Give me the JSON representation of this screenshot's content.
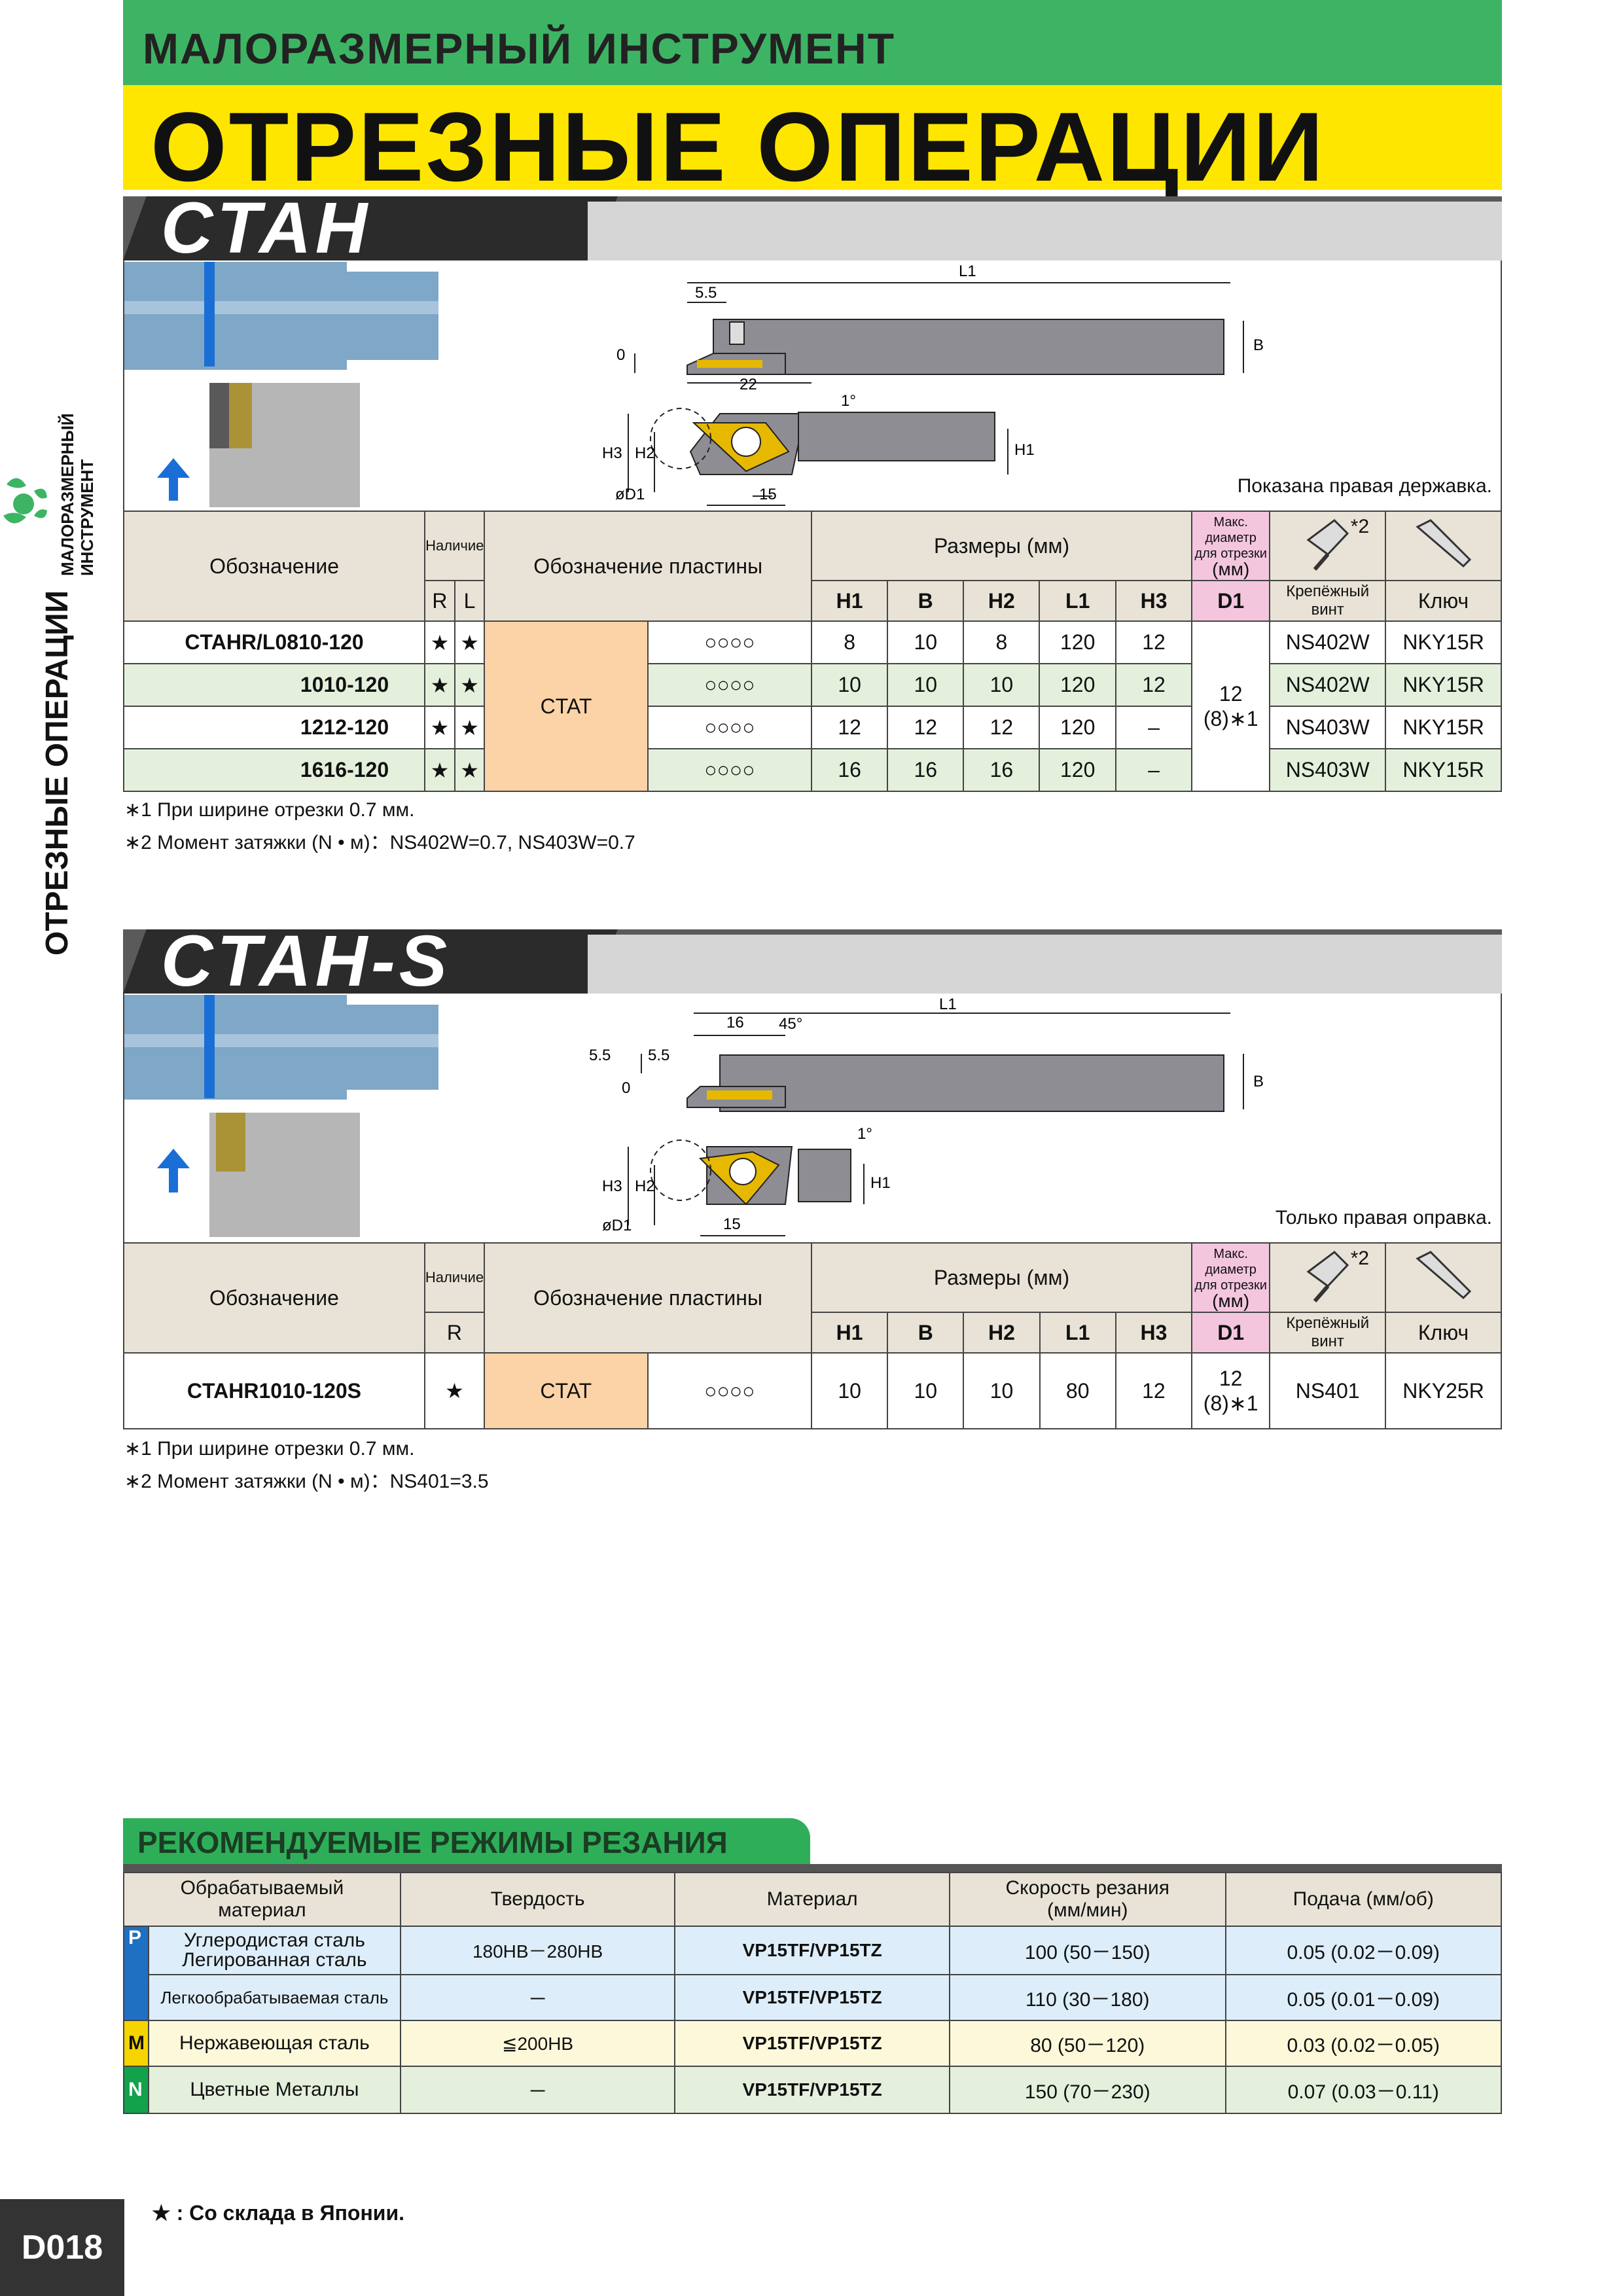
{
  "header": {
    "category": "МАЛОРАЗМЕРНЫЙ ИНСТРУМЕНТ",
    "title": "ОТРЕЗНЫЕ ОПЕРАЦИИ"
  },
  "side": {
    "small_label_1": "МАЛОРАЗМЕРНЫЙ",
    "small_label_2": "ИНСТРУМЕНТ",
    "vertical_label": "ОТРЕЗНЫЕ ОПЕРАЦИИ"
  },
  "section1": {
    "title": "CTAH",
    "dims": {
      "L1": "L1",
      "B": "B",
      "d55": "5.5",
      "d0": "0",
      "d22": "22",
      "deg": "1°",
      "H3": "H3",
      "H2": "H2",
      "H1": "H1",
      "D1": "øD1",
      "d15": "15"
    },
    "caption": "Показана правая державка.",
    "headers": {
      "designation": "Обозначение",
      "availability": "Наличие",
      "R": "R",
      "L": "L",
      "insert": "Обозначение пластины",
      "dims_mm": "Размеры (мм)",
      "H1": "H1",
      "B": "B",
      "H2": "H2",
      "L1": "L1",
      "H3": "H3",
      "max_dia_1": "Макс.",
      "max_dia_2": "диаметр",
      "max_dia_3": "для отрезки",
      "max_dia_4": "(мм)",
      "D1": "D1",
      "screw_note": "*2",
      "screw": "Крепёжный винт",
      "key": "Ключ"
    },
    "rows": [
      {
        "designation": "CTAHR/L0810-120",
        "R": "★",
        "L": "★",
        "H1": "8",
        "B": "10",
        "H2": "8",
        "L1": "120",
        "H3": "12",
        "screw": "NS402W",
        "key": "NKY15R"
      },
      {
        "designation": "1010-120",
        "R": "★",
        "L": "★",
        "H1": "10",
        "B": "10",
        "H2": "10",
        "L1": "120",
        "H3": "12",
        "screw": "NS402W",
        "key": "NKY15R"
      },
      {
        "designation": "1212-120",
        "R": "★",
        "L": "★",
        "H1": "12",
        "B": "12",
        "H2": "12",
        "L1": "120",
        "H3": "–",
        "screw": "NS403W",
        "key": "NKY15R"
      },
      {
        "designation": "1616-120",
        "R": "★",
        "L": "★",
        "H1": "16",
        "B": "16",
        "H2": "16",
        "L1": "120",
        "H3": "–",
        "screw": "NS403W",
        "key": "NKY15R"
      }
    ],
    "insert_name": "CTAT",
    "insert_marks": "○○○○",
    "d1_value": "12",
    "d1_sub": "(8)∗1",
    "notes": [
      "∗1 При ширине отрезки 0.7 мм.",
      "∗2 Момент затяжки (N • м)：NS402W=0.7, NS403W=0.7"
    ]
  },
  "section2": {
    "title": "CTAH-S",
    "dims": {
      "L1": "L1",
      "d16": "16",
      "deg45": "45°",
      "d55a": "5.5",
      "d55b": "5.5",
      "d0": "0",
      "B": "B",
      "deg": "1°",
      "H3": "H3",
      "H2": "H2",
      "H1": "H1",
      "D1": "øD1",
      "d15": "15"
    },
    "caption": "Только правая оправка.",
    "headers": {
      "designation": "Обозначение",
      "availability": "Наличие",
      "R": "R",
      "insert": "Обозначение пластины",
      "dims_mm": "Размеры (мм)",
      "H1": "H1",
      "B": "B",
      "H2": "H2",
      "L1": "L1",
      "H3": "H3",
      "max_dia_1": "Макс.",
      "max_dia_2": "диаметр",
      "max_dia_3": "для отрезки",
      "max_dia_4": "(мм)",
      "D1": "D1",
      "screw_note": "*2",
      "screw": "Крепёжный винт",
      "key": "Ключ"
    },
    "row": {
      "designation": "CTAHR1010-120S",
      "R": "★",
      "insert": "CTAT",
      "marks": "○○○○",
      "H1": "10",
      "B": "10",
      "H2": "10",
      "L1": "80",
      "H3": "12",
      "d1_value": "12",
      "d1_sub": "(8)∗1",
      "screw": "NS401",
      "key": "NKY25R"
    },
    "notes": [
      "∗1 При ширине отрезки 0.7 мм.",
      "∗2 Момент затяжки (N • м)：NS401=3.5"
    ]
  },
  "recommend": {
    "title": "РЕКОМЕНДУЕМЫЕ РЕЖИМЫ РЕЗАНИЯ",
    "headers": {
      "material_1": "Обрабатываемый",
      "material_2": "материал",
      "hardness": "Твердость",
      "grade": "Материал",
      "speed_1": "Скорость резания",
      "speed_2": "(мм/мин)",
      "feed": "Подача (мм/об)"
    },
    "rows": [
      {
        "mark": "P",
        "material_1": "Углеродистая сталь",
        "material_2": "Легированная сталь",
        "hardness": "180HB－280HB",
        "grade": "VP15TF/VP15TZ",
        "speed": "100 (50－150)",
        "feed": "0.05 (0.02－0.09)"
      },
      {
        "mark": "",
        "material_1": "Легкообрабатываемая сталь",
        "material_2": "",
        "hardness": "－",
        "grade": "VP15TF/VP15TZ",
        "speed": "110 (30－180)",
        "feed": "0.05 (0.01－0.09)"
      },
      {
        "mark": "M",
        "material_1": "Нержавеющая сталь",
        "material_2": "",
        "hardness": "≦200HB",
        "grade": "VP15TF/VP15TZ",
        "speed": "80 (50－120)",
        "feed": "0.03 (0.02－0.05)"
      },
      {
        "mark": "N",
        "material_1": "Цветные Металлы",
        "material_2": "",
        "hardness": "－",
        "grade": "VP15TF/VP15TZ",
        "speed": "150 (70－230)",
        "feed": "0.07 (0.03－0.11)"
      }
    ],
    "colors": {
      "P": "#1f6fc2",
      "M": "#f6d400",
      "N": "#12a24b"
    }
  },
  "footer": {
    "page": "D018",
    "stock_note": "★ : Со склада в Японии."
  }
}
